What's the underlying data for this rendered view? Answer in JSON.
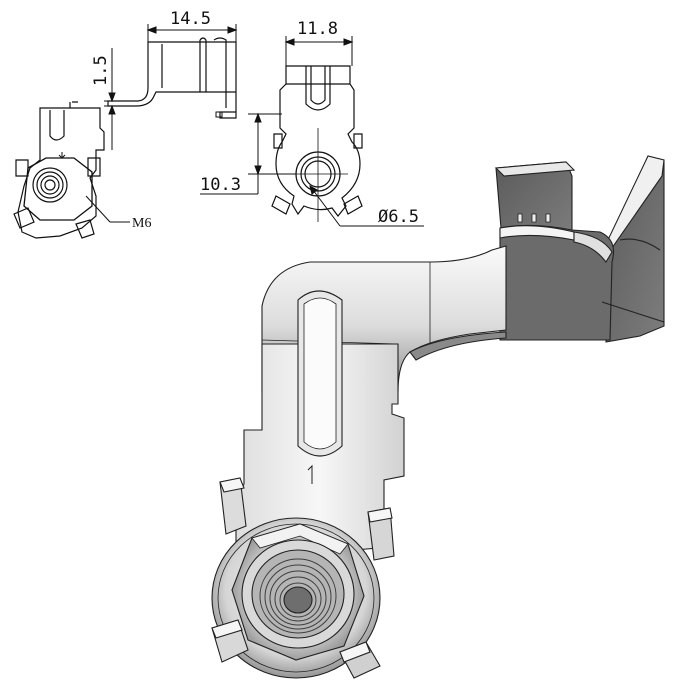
{
  "dimensions": {
    "side_width": "14.5",
    "side_thickness": "1.5",
    "thread_label": "M6",
    "front_width": "11.8",
    "front_height": "10.3",
    "hole_diameter": "Ø6.5"
  },
  "marking": "1",
  "colors": {
    "line": "#111111",
    "metal_light": "#f3f3f3",
    "metal_mid": "#cfcfcf",
    "metal_dark": "#6f6f6f",
    "metal_shadow": "#4a4a4a"
  }
}
